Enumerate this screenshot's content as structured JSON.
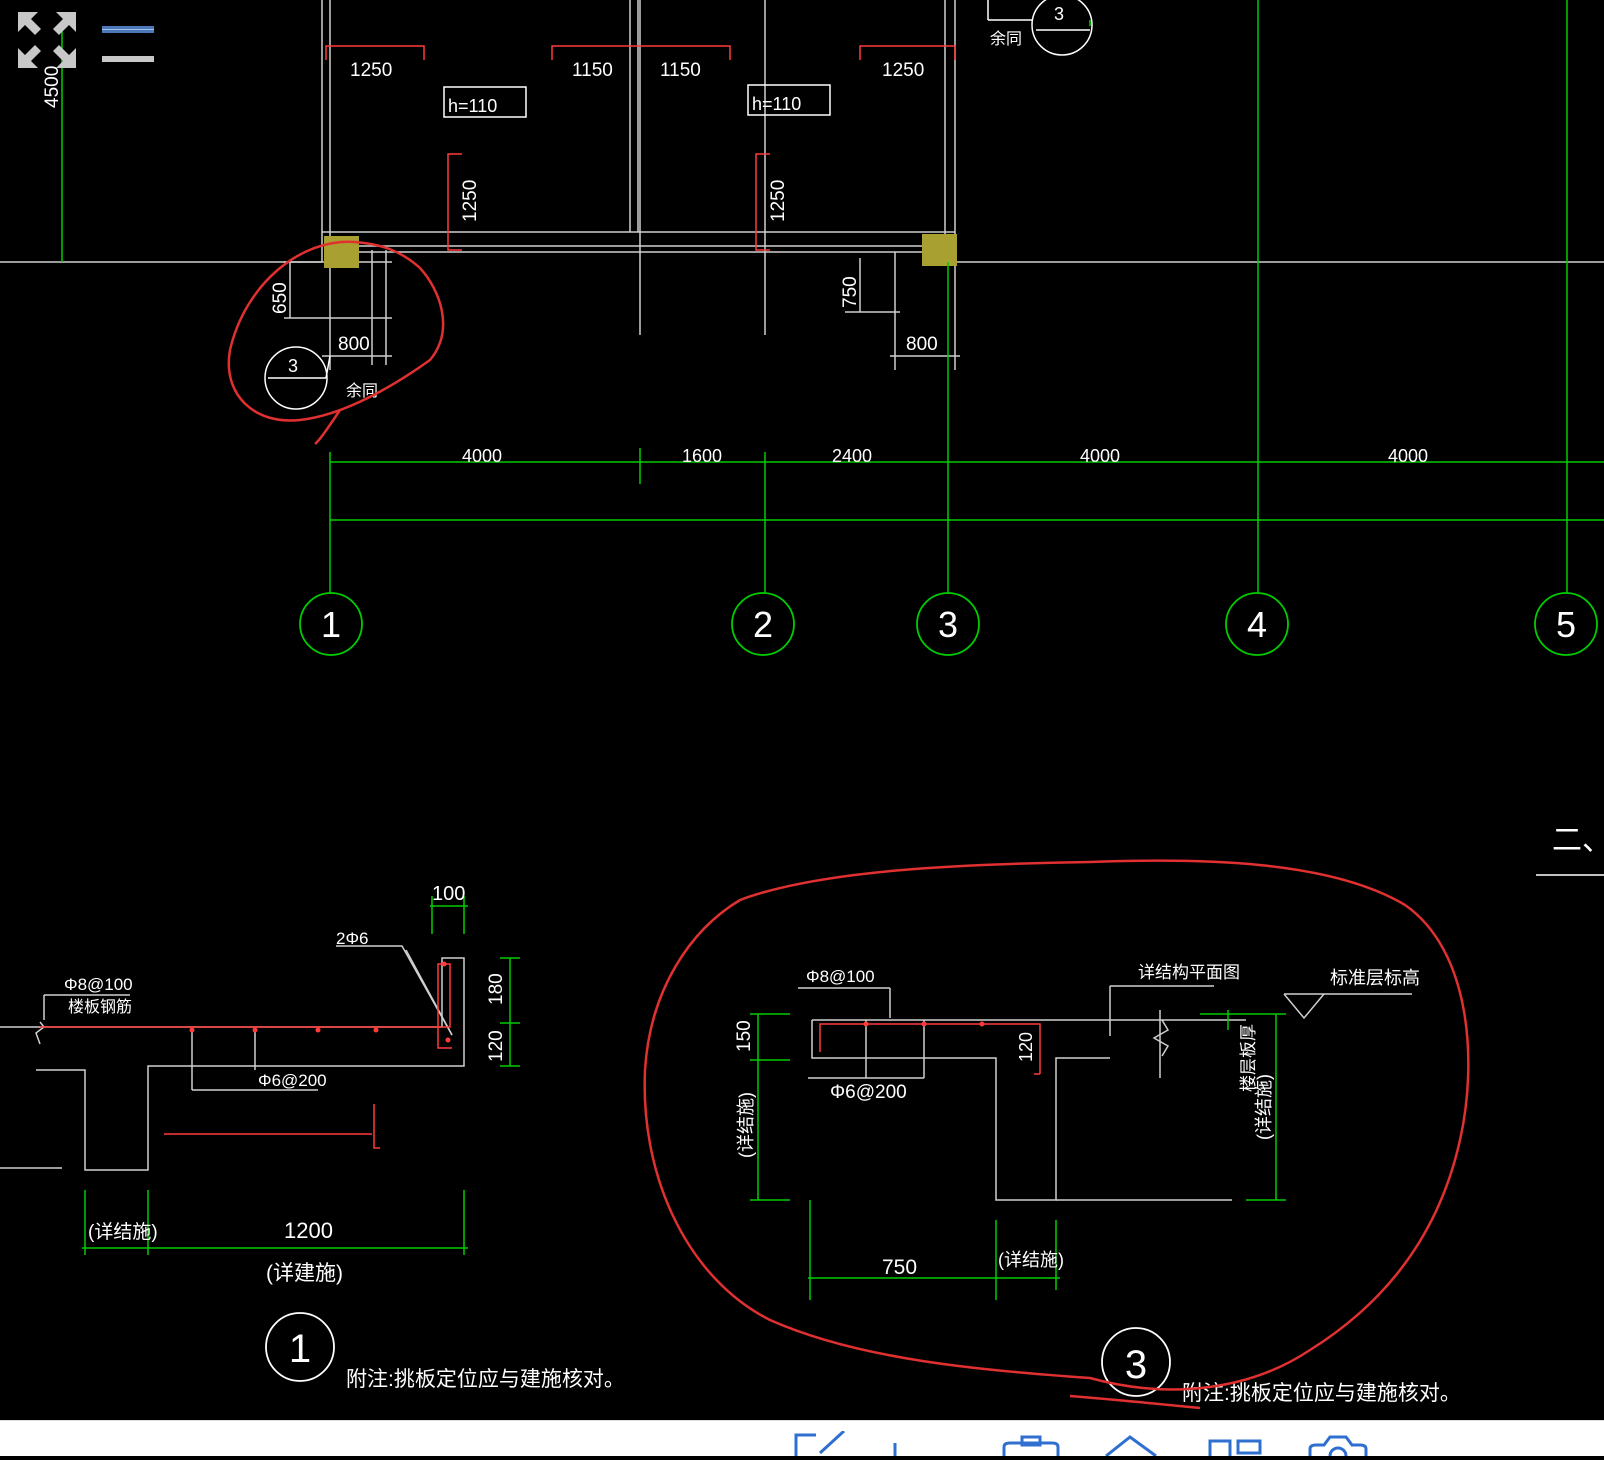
{
  "drawing": {
    "top_dims": [
      "1250",
      "1150",
      "1150",
      "1250"
    ],
    "slab_tags": [
      "h=110",
      "h=110"
    ],
    "vert_dims": [
      "1250",
      "1250",
      "650",
      "750",
      "4500"
    ],
    "beam_dims": [
      "800",
      "800"
    ],
    "detail_ref_top": {
      "num": "3",
      "note": "余同"
    },
    "detail_ref_left": {
      "num": "3",
      "note": "余同"
    },
    "axis_spacing": [
      "4000",
      "1600",
      "2400",
      "4000",
      "4000"
    ],
    "axis_labels": [
      "1",
      "2",
      "3",
      "4",
      "5"
    ],
    "detail1": {
      "dim_top": "100",
      "bar_top": "2Φ6",
      "label_rebar": "Φ8@100",
      "label_slab": "楼板钢筋",
      "dim_180": "180",
      "dim_120": "120",
      "label_dist": "Φ6@200",
      "dim_left": "(详结施)",
      "dim_len": "1200",
      "dim_len_sub": "(详建施)",
      "tag": "1",
      "note": "附注:挑板定位应与建施核对。"
    },
    "detail3": {
      "label_rebar": "Φ8@100",
      "label_ref": "详结构平面图",
      "label_level": "标准层标高",
      "dim_150": "150",
      "dim_120": "120",
      "label_slabthick": "楼层板厚",
      "label_dist": "Φ6@200",
      "dim_left_sub": "(详结施)",
      "dim_right_sub": "(详结施)",
      "dim_750": "750",
      "dim_bottom_sub": "(详结施)",
      "tag": "3",
      "note": "附注:挑板定位应与建施核对。"
    },
    "partial_text": "二、"
  },
  "colors": {
    "line": "#ffffff",
    "axis": "#00cc00",
    "dim": "#ff3b3b",
    "markup": "#e03030",
    "column": "#a8a030"
  },
  "toolbar": {
    "fullscreen_icon": "fullscreen-icon",
    "menu_icon": "menu-icon"
  },
  "bottom_bar": {
    "icons": [
      "edit-icon",
      "add-icon",
      "briefcase-icon",
      "home-icon",
      "grid-icon",
      "camera-icon"
    ]
  }
}
